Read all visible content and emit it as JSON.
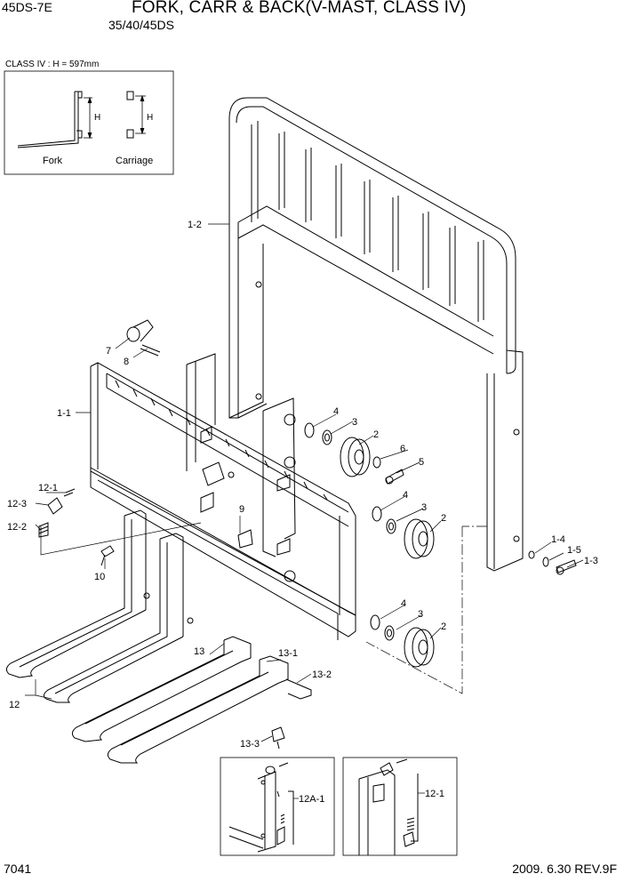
{
  "header": {
    "model": "45DS-7E",
    "title": "FORK, CARR & BACK(V-MAST, CLASS IV)",
    "subtitle": "35/40/45DS"
  },
  "inset": {
    "caption": "CLASS IV : H = 597mm",
    "fork_label": "Fork",
    "carriage_label": "Carriage",
    "dimension_label": "H"
  },
  "callouts": {
    "p1_1": "1-1",
    "p1_2": "1-2",
    "p1_3": "1-3",
    "p1_4": "1-4",
    "p1_5": "1-5",
    "p2": "2",
    "p3": "3",
    "p4": "4",
    "p5": "5",
    "p6": "6",
    "p7": "7",
    "p8": "8",
    "p9": "9",
    "p10": "10",
    "p12": "12",
    "p12_1": "12-1",
    "p12_2": "12-2",
    "p12_3": "12-3",
    "p12a_1": "12A-1",
    "p13": "13",
    "p13_1": "13-1",
    "p13_2": "13-2",
    "p13_3": "13-3"
  },
  "footer": {
    "page_number": "7041",
    "revision": "2009. 6.30 REV.9F"
  }
}
